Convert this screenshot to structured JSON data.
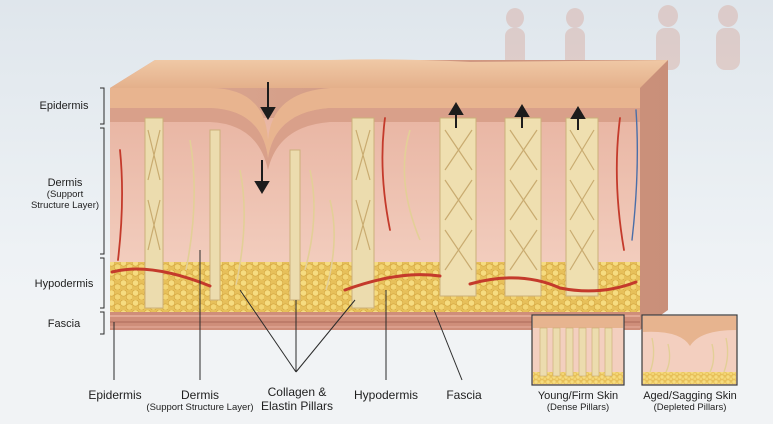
{
  "left_labels": {
    "epidermis": "Epidermis",
    "dermis": "Dermis",
    "dermis_sub": "(Support Structure Layer)",
    "hypodermis": "Hypodermis",
    "fascia": "Fascia"
  },
  "bottom_labels": {
    "epidermis": "Epidermis",
    "dermis": "Dermis",
    "dermis_sub": "(Support Structure Layer)",
    "pillars_line1": "Collagen &",
    "pillars_line2": "Elastin Pillars",
    "hypodermis": "Hypodermis",
    "fascia": "Fascia"
  },
  "insets": {
    "young": {
      "title": "Young/Firm Skin",
      "sub": "(Dense Pillars)"
    },
    "aged": {
      "title": "Aged/Sagging Skin",
      "sub": "(Depleted Pillars)"
    }
  },
  "colors": {
    "skin_surface": "#e7b894",
    "dermis": "#f0c7b6",
    "fat": "#efce6a",
    "fascia": "#cf8e7a",
    "fiber": "#ead8a8",
    "vessel": "#c43a2b"
  }
}
